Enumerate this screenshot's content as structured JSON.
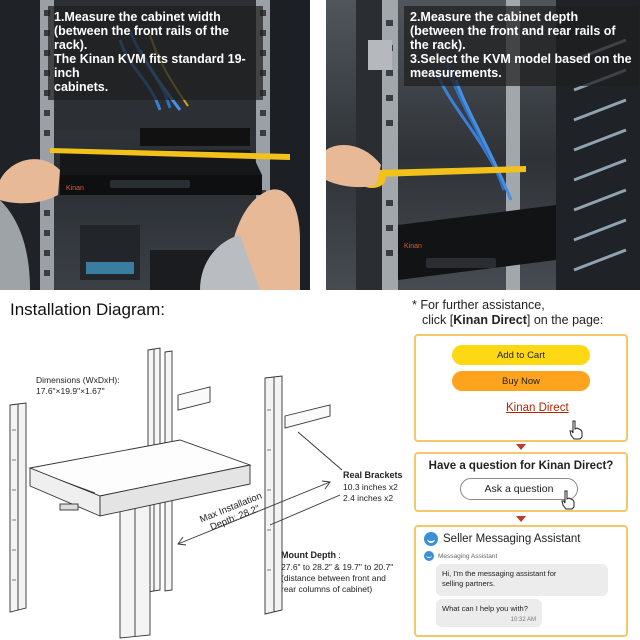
{
  "photos": {
    "left_caption": "1.Measure the cabinet width\n(between the front rails of the rack).\nThe Kinan KVM fits standard 19-inch\ncabinets.",
    "right_caption": "2.Measure the cabinet depth\n (between the front and rear rails of\nthe rack).\n3.Select the KVM model based on the\nmeasurements.",
    "brand_mark": "Kinan"
  },
  "diagram": {
    "title": "Installation Diagram:",
    "dimensions_label": "Dimensions (WxDxH):",
    "dimensions_value": "17.6\"×19.9\"×1.67\"",
    "max_depth_label": "Max Installation\nDepth: 28.2\"",
    "real_brackets_label": "Real Brackets",
    "real_brackets_values": "10.3 inches x2\n2.4 inches x2",
    "mount_depth_label": "Mount Depth",
    "mount_depth_value": "27.6\" to 28.2\" & 19.7\" to 20.7\"\n(distance between front and\nrear columns of cabinet)"
  },
  "assistance": {
    "note_line1": "* For further assistance,",
    "note_line2_pre": "click [",
    "note_line2_bold": "Kinan Direct",
    "note_line2_post": "] on the page:",
    "add_to_cart": "Add to Cart",
    "buy_now": "Buy Now",
    "kinan_direct_link": "Kinan Direct",
    "question_title": "Have a question for Kinan Direct?",
    "ask_button": "Ask a question",
    "seller_title": "Seller Messaging Assistant",
    "assistant_name": "Messaging Assistant",
    "message1": "Hi, I'm the messaging assistant for\nselling partners.",
    "message2": "What can I help you with?",
    "message2_time": "10:32 AM"
  },
  "colors": {
    "cart_yellow": "#ffd814",
    "buy_orange": "#ffa41c",
    "link_red": "#b12704",
    "box_border": "#f3c86a",
    "arrow_red": "#c0392b",
    "tape_yellow": "#f2c21b"
  }
}
